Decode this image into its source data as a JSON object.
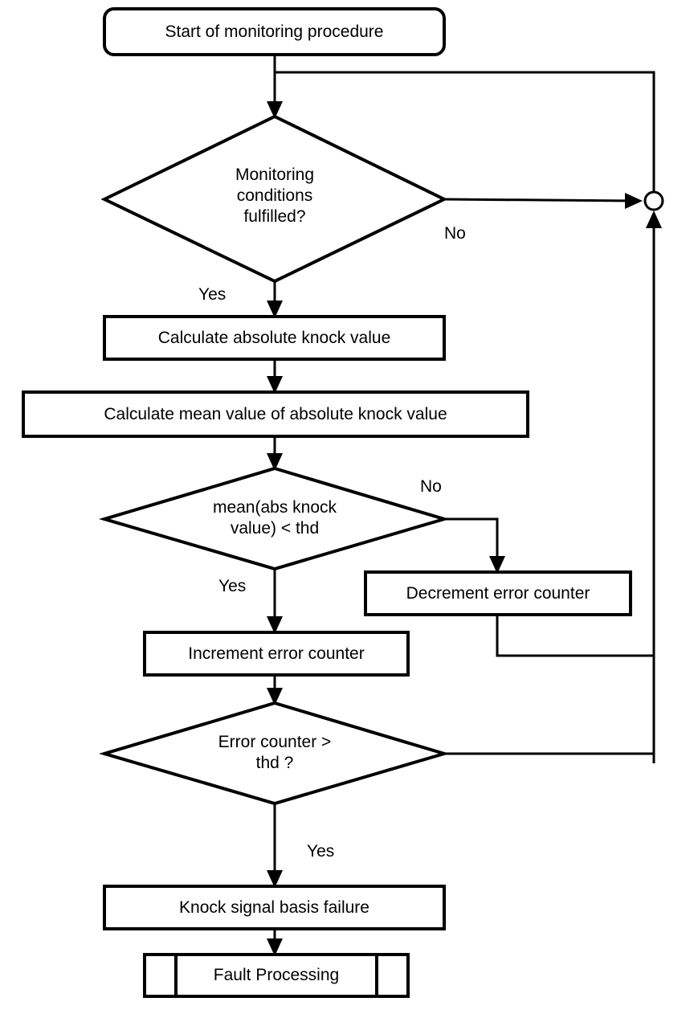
{
  "diagram": {
    "title": "Knock signal monitoring procedure flowchart",
    "type": "flowchart",
    "background_color": "#ffffff",
    "line_color": "#000000",
    "text_color": "#000000"
  },
  "nodes": {
    "start": {
      "label": "Start of monitoring procedure",
      "shape": "rounded-rectangle"
    },
    "decision_monitoring": {
      "label": "Monitoring\nconditions\nfulfilled?",
      "shape": "diamond"
    },
    "calc_abs": {
      "label": "Calculate absolute knock value",
      "shape": "rectangle"
    },
    "calc_mean": {
      "label": "Calculate mean value of absolute knock value",
      "shape": "rectangle"
    },
    "decision_mean": {
      "label": "mean(abs knock\nvalue) < thd",
      "shape": "diamond"
    },
    "decrement": {
      "label": "Decrement error counter",
      "shape": "rectangle"
    },
    "increment": {
      "label": "Increment error counter",
      "shape": "rectangle"
    },
    "decision_counter": {
      "label": "Error counter >\nthd ?",
      "shape": "diamond"
    },
    "failure": {
      "label": "Knock signal basis failure",
      "shape": "rectangle"
    },
    "fault_processing": {
      "label": "Fault Processing",
      "shape": "predefined-process"
    },
    "junction": {
      "label": "",
      "shape": "circle"
    }
  },
  "edge_labels": {
    "monitoring_no": "No",
    "monitoring_yes": "Yes",
    "mean_no": "No",
    "mean_yes": "Yes",
    "counter_yes": "Yes"
  }
}
